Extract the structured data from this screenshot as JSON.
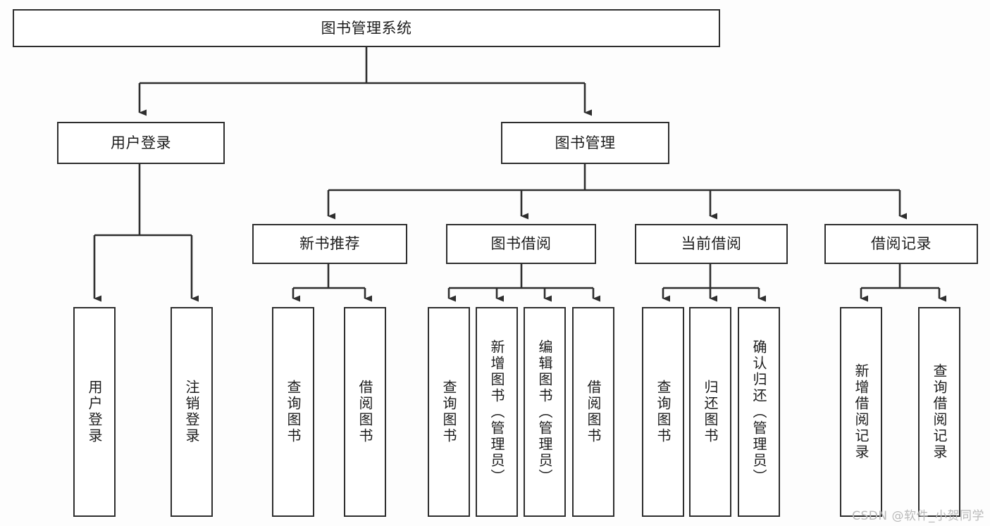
{
  "diagram": {
    "title": "图书管理系统",
    "type": "tree-hierarchy-chart",
    "watermark": "CSDN @软件_小贺同学",
    "colors": {
      "background": "#fdfdfd",
      "box_border": "#2e2e2e",
      "box_fill": "#ffffff",
      "connector": "#2e2e2e",
      "text": "#1d1d1d",
      "watermark": "#b9b9b9"
    },
    "root": {
      "label": "图书管理系统"
    },
    "level2": [
      {
        "id": "user-login",
        "label": "用户登录"
      },
      {
        "id": "book-management",
        "label": "图书管理"
      }
    ],
    "level3": [
      {
        "id": "new-book-recommend",
        "label": "新书推荐"
      },
      {
        "id": "book-borrow",
        "label": "图书借阅"
      },
      {
        "id": "current-borrow",
        "label": "当前借阅"
      },
      {
        "id": "borrow-record",
        "label": "借阅记录"
      }
    ],
    "leaves": {
      "user_login": [
        {
          "id": "leaf-user-login",
          "label": "用户登录"
        },
        {
          "id": "leaf-logout-login",
          "label": "注销登录"
        }
      ],
      "new_book_recommend": [
        {
          "id": "leaf-query-book-1",
          "label": "查询图书"
        },
        {
          "id": "leaf-borrow-book-1",
          "label": "借阅图书"
        }
      ],
      "book_borrow": [
        {
          "id": "leaf-query-book-2",
          "label": "查询图书"
        },
        {
          "id": "leaf-add-book",
          "label": "新增图书（管理员）"
        },
        {
          "id": "leaf-edit-book",
          "label": "编辑图书（管理员）"
        },
        {
          "id": "leaf-borrow-book-2",
          "label": "借阅图书"
        }
      ],
      "current_borrow": [
        {
          "id": "leaf-query-book-3",
          "label": "查询图书"
        },
        {
          "id": "leaf-return-book",
          "label": "归还图书"
        },
        {
          "id": "leaf-confirm-return",
          "label": "确认归还（管理员）"
        }
      ],
      "borrow_record": [
        {
          "id": "leaf-add-record",
          "label": "新增借阅记录"
        },
        {
          "id": "leaf-query-record",
          "label": "查询借阅记录"
        }
      ]
    }
  }
}
